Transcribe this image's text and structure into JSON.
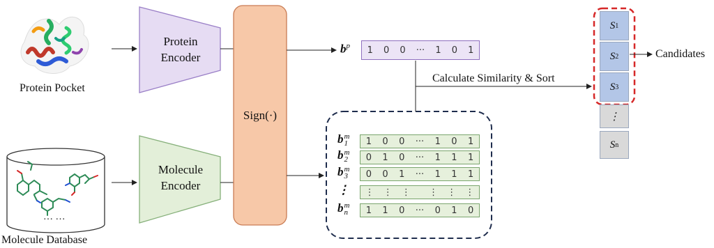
{
  "protein": {
    "caption": "Protein Pocket"
  },
  "molecule_db": {
    "caption": "Molecule Database",
    "ellipsis": "… …"
  },
  "encoders": {
    "protein": [
      "Protein",
      "Encoder"
    ],
    "molecule": [
      "Molecule",
      "Encoder"
    ]
  },
  "sign_label": "Sign(·)",
  "protein_vector": {
    "symbol": "b",
    "sup": "p",
    "bits": [
      "1",
      "0",
      "0",
      "···",
      "1",
      "0",
      "1"
    ]
  },
  "similarity_label": "Calculate Similarity & Sort",
  "molecule_vectors": [
    {
      "symbol": "b",
      "sup": "m",
      "sub": "1",
      "bits": [
        "1",
        "0",
        "0",
        "···",
        "1",
        "0",
        "1"
      ]
    },
    {
      "symbol": "b",
      "sup": "m",
      "sub": "2",
      "bits": [
        "0",
        "1",
        "0",
        "···",
        "1",
        "1",
        "1"
      ]
    },
    {
      "symbol": "b",
      "sup": "m",
      "sub": "3",
      "bits": [
        "0",
        "0",
        "1",
        "···",
        "1",
        "1",
        "1"
      ]
    },
    {
      "symbol": "⋮",
      "sup": "",
      "sub": "",
      "bits": [
        "⋮",
        "⋮",
        "⋮",
        "",
        "⋮",
        "⋮",
        "⋮"
      ]
    },
    {
      "symbol": "b",
      "sup": "m",
      "sub": "n",
      "bits": [
        "1",
        "1",
        "0",
        "···",
        "0",
        "1",
        "0"
      ]
    }
  ],
  "candidates": [
    {
      "symbol": "S",
      "sub": "1"
    },
    {
      "symbol": "S",
      "sub": "2"
    },
    {
      "symbol": "S",
      "sub": "3"
    },
    {
      "symbol": "⋮",
      "sub": ""
    },
    {
      "symbol": "S",
      "sub": "n"
    }
  ],
  "candidates_label": "Candidates",
  "colors": {
    "protein_encoder_fill": "#e6dcf3",
    "protein_encoder_stroke": "#9a7fc7",
    "molecule_encoder_fill": "#e3efd9",
    "molecule_encoder_stroke": "#86b07a",
    "sign_fill": "#f7c8a8",
    "sign_stroke": "#c97c54",
    "bvec_protein_fill": "#ece4f6",
    "bvec_protein_stroke": "#8f6fbf",
    "bvec_mol_fill": "#e6f0dc",
    "bvec_mol_stroke": "#7aa56d",
    "cand_top_fill": "#b3c6e7",
    "cand_rest_fill": "#d9d9d9",
    "highlight_red": "#d62828",
    "dash_navy": "#1f2d4d"
  }
}
